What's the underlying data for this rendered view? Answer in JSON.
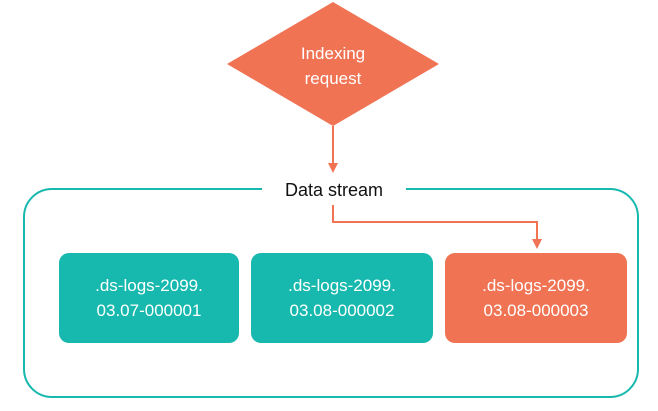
{
  "colors": {
    "accent": "#F07354",
    "teal": "#17B9AE",
    "container_border": "#17B9AE",
    "text_dark": "#111111",
    "text_light": "#FFFFFF"
  },
  "request": {
    "line1": "Indexing",
    "line2": "request"
  },
  "data_stream": {
    "label": "Data stream"
  },
  "indices": [
    {
      "line1": ".ds-logs-2099.",
      "line2": "03.07-000001",
      "color": "#17B9AE",
      "write_index": false
    },
    {
      "line1": ".ds-logs-2099.",
      "line2": "03.08-000002",
      "color": "#17B9AE",
      "write_index": false
    },
    {
      "line1": ".ds-logs-2099.",
      "line2": "03.08-000003",
      "color": "#F07354",
      "write_index": true
    }
  ]
}
